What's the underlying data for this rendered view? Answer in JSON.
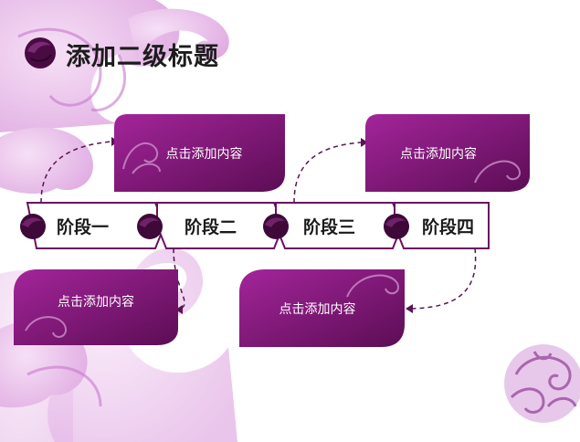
{
  "slide": {
    "title": "添加二级标题",
    "stages": [
      {
        "label": "阶段一"
      },
      {
        "label": "阶段二"
      },
      {
        "label": "阶段三"
      },
      {
        "label": "阶段四"
      }
    ],
    "cards": [
      {
        "text": "点击添加内容"
      },
      {
        "text": "点击添加内容"
      },
      {
        "text": "点击添加内容"
      },
      {
        "text": "点击添加内容"
      }
    ],
    "colors": {
      "accent_purple": "#6b0f63",
      "accent_magenta": "#9b1f8e",
      "cloud_pink": "#e9b9ea",
      "orb_dark": "#4a0b44"
    }
  }
}
